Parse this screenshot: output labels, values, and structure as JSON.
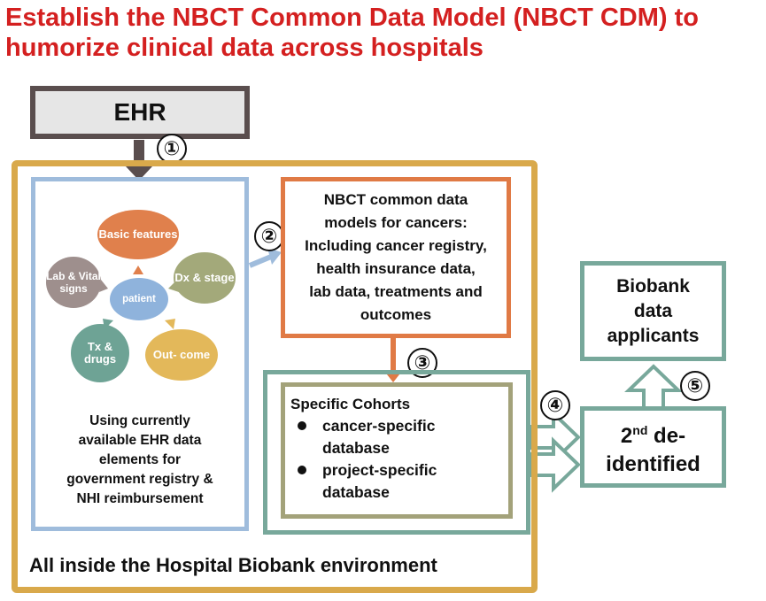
{
  "title": {
    "line1": "Establish the NBCT Common Data Model (NBCT CDM) to",
    "line2": "humorize clinical data across hospitals"
  },
  "ehr": {
    "label": "EHR"
  },
  "steps": [
    "①",
    "②",
    "③",
    "④",
    "⑤"
  ],
  "hospital": {
    "label": "All inside the Hospital Biobank environment"
  },
  "ehr_elements": {
    "nodes": {
      "basic": "Basic features",
      "dx": "Dx & stage",
      "lab": "Lab & Vital signs",
      "patient": "patient",
      "tx": "Tx & drugs",
      "outcome": "Out- come"
    },
    "caption_lines": [
      "Using currently",
      "available EHR data",
      "elements for",
      "government registry &",
      "NHI reimbursement"
    ]
  },
  "cdm": {
    "lines": [
      "NBCT common data",
      "models for cancers:",
      "Including cancer registry,",
      "health insurance data,",
      "lab data, treatments and",
      "outcomes"
    ]
  },
  "cohorts": {
    "title": "Specific Cohorts",
    "items": [
      {
        "line1": "cancer-specific",
        "line2": "database"
      },
      {
        "line1": "project-specific",
        "line2": "database"
      }
    ]
  },
  "deid": {
    "base": "2",
    "sup": "nd",
    "line1_rest": " de-",
    "line2": "identified"
  },
  "applicants": {
    "lines": [
      "Biobank",
      "data",
      "applicants"
    ]
  },
  "colors": {
    "title_red": "#d42020",
    "ehr_border": "#5a4e4e",
    "ehr_fill": "#e6e6e6",
    "hospital_gold": "#d9a94b",
    "ehr_panel_blue": "#9fbcdc",
    "cdm_orange": "#e07a45",
    "teal": "#78a89b",
    "cohort_olive": "#a3a27a",
    "node_basic": "#e0804c",
    "node_dx": "#a3a97a",
    "node_lab": "#9e8f8d",
    "node_patient": "#8fb3dc",
    "node_tx": "#6ea395",
    "node_outcome": "#e3b85a"
  }
}
